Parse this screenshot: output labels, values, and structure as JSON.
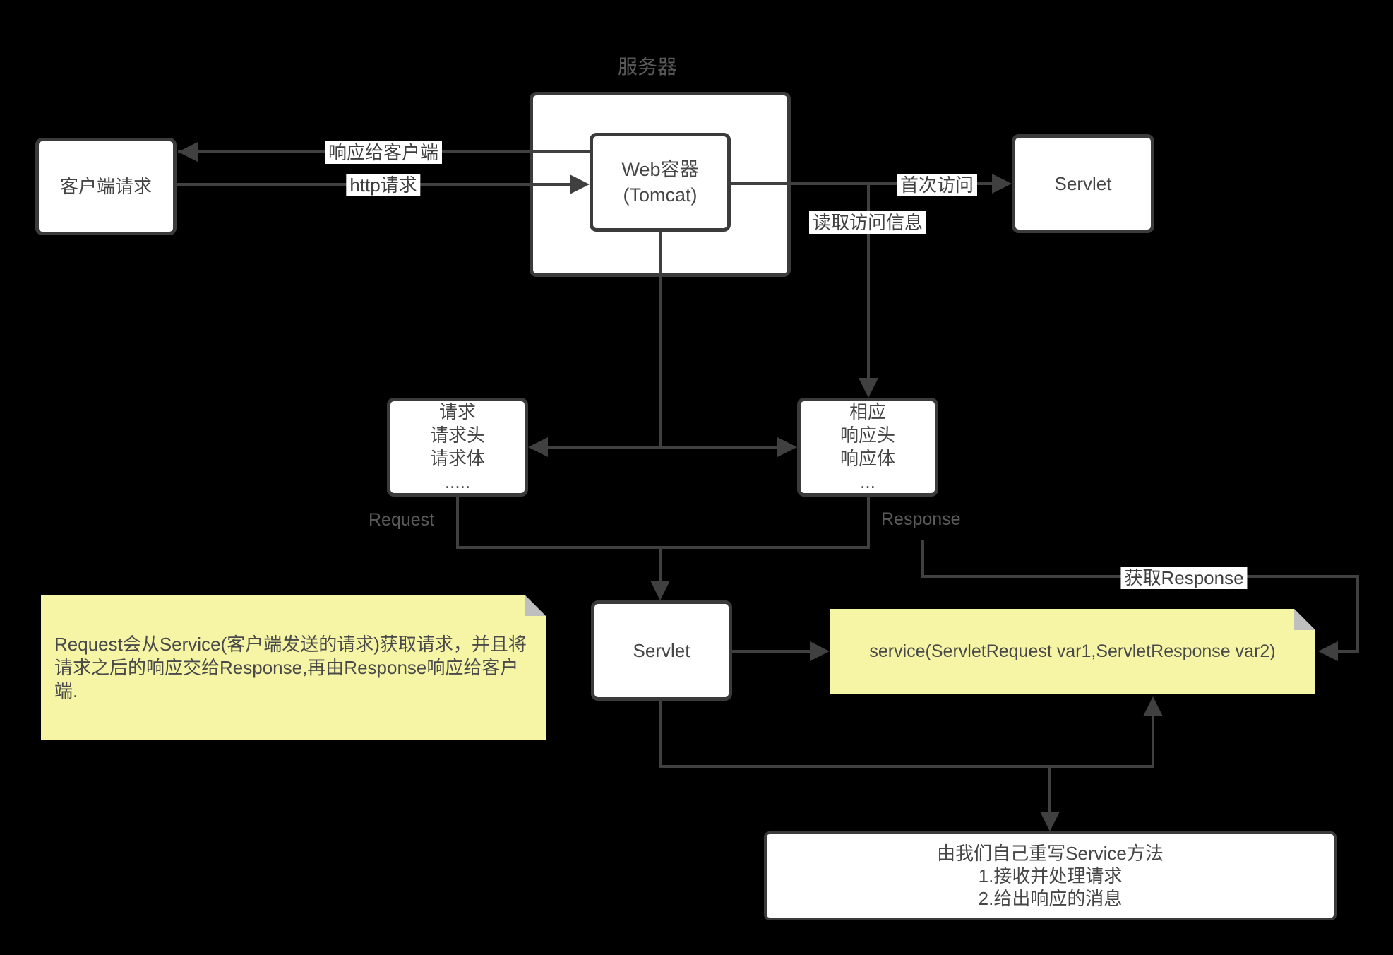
{
  "colors": {
    "background": "#000000",
    "box_fill": "#ffffff",
    "box_border": "#3b3b3b",
    "connector_line": "#404040",
    "sticky_note_fill": "#f5f5a5",
    "sticky_note_fold": "#bfbfbf",
    "box_text": "#464646",
    "muted_label_text": "#5a5a5a",
    "edge_label_bg": "#ffffff",
    "edge_label_text": "#3f3f3f"
  },
  "title": {
    "text": "服务器"
  },
  "boxes": {
    "client": {
      "label": "客户端请求"
    },
    "web_container": {
      "line1": "Web容器",
      "line2": "(Tomcat)"
    },
    "servlet_top": {
      "label": "Servlet"
    },
    "request": {
      "lines": [
        "请求",
        "请求头",
        "请求体",
        "....."
      ]
    },
    "response": {
      "lines": [
        "相应",
        "响应头",
        "响应体",
        "..."
      ]
    },
    "servlet_bottom": {
      "label": "Servlet"
    },
    "override_method": {
      "lines": [
        "由我们自己重写Service方法",
        "1.接收并处理请求",
        "2.给出响应的消息"
      ]
    }
  },
  "sticky_notes": {
    "request_note": {
      "lines": [
        "Request会从Service(客户端发送的请求)获取请求，并且将",
        "请求之后的响应交给Response,再由Response响应给客户",
        "端."
      ]
    },
    "service_method": {
      "text": "service(ServletRequest var1,ServletResponse var2)"
    }
  },
  "edge_labels": {
    "response_to_client": "响应给客户端",
    "http_request": "http请求",
    "first_visit": "首次访问",
    "read_access_info": "读取访问信息",
    "get_response": "获取Response"
  },
  "side_labels": {
    "request": "Request",
    "response": "Response"
  }
}
